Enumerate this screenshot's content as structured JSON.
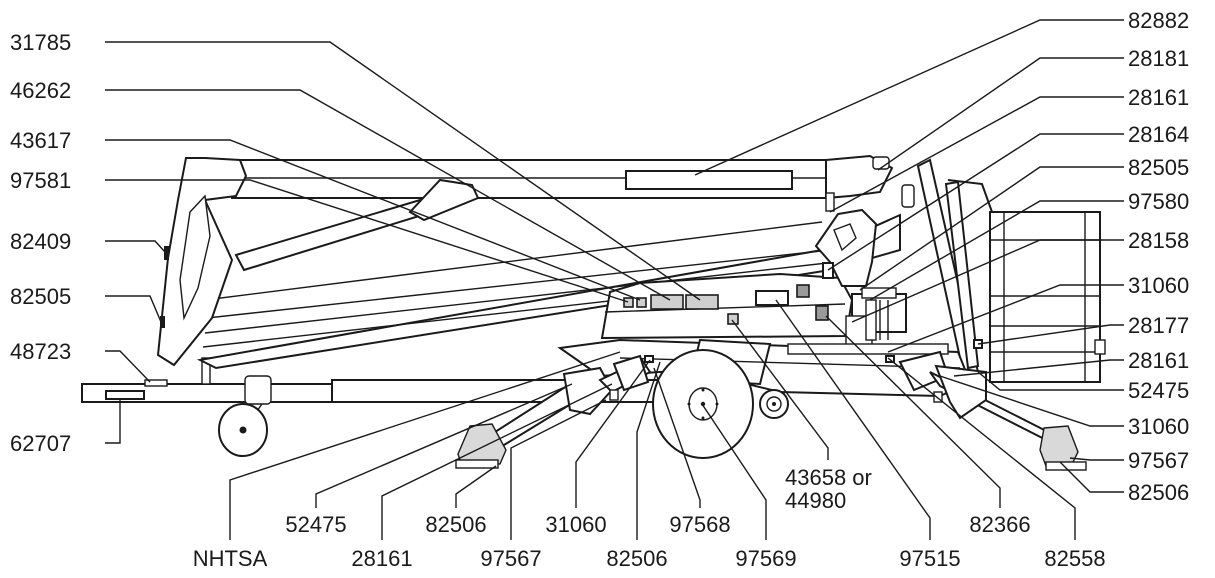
{
  "labels": {
    "right": [
      "82882",
      "28181",
      "28161",
      "28164",
      "82505",
      "97580",
      "28158",
      "31060",
      "28177",
      "28161",
      "52475",
      "31060",
      "97567",
      "82506"
    ],
    "left": [
      "31785",
      "46262",
      "43617",
      "97581",
      "82409",
      "82505",
      "48723",
      "62707"
    ],
    "bottom_upper": [
      "52475",
      "82506",
      "31060",
      "97568",
      "43658 or",
      "44980",
      "82366"
    ],
    "bottom_lower": [
      "NHTSA",
      "28161",
      "97567",
      "82506",
      "97569",
      "97515",
      "82558"
    ]
  }
}
